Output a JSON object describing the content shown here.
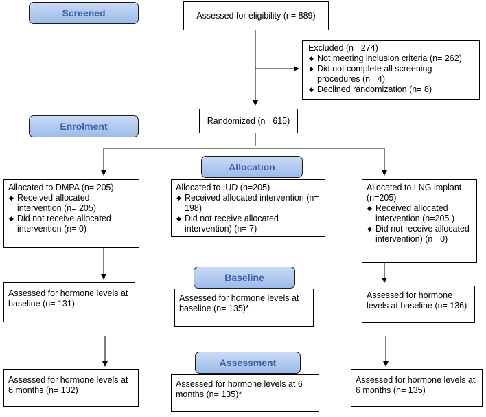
{
  "stages": {
    "screened": "Screened",
    "enrolment": "Enrolment",
    "allocation": "Allocation",
    "baseline": "Baseline",
    "assessment": "Assessment"
  },
  "eligibility": "Assessed for eligibility (n= 889)",
  "excluded": {
    "title": "Excluded  (n= 274)",
    "items": [
      "Not meeting inclusion criteria (n= 262)",
      "Did  not complete all screening procedures (n= 4)",
      "Declined randomization (n= 8)"
    ]
  },
  "randomized": "Randomized (n= 615)",
  "arms": {
    "dmpa": {
      "title": "Allocated to DMPA (n= 205)",
      "items": [
        "Received allocated intervention (n= 205)",
        "Did not receive allocated intervention (n= 0)"
      ],
      "baseline": "Assessed for hormone levels at baseline (n= 131)",
      "six_months": "Assessed for hormone levels at 6 months (n= 132)"
    },
    "iud": {
      "title": "Allocated to IUD (n=205)",
      "items": [
        "Received allocated intervention (n= 198)",
        "Did not receive allocated intervention) (n= 7)"
      ],
      "baseline": "Assessed for hormone levels at baseline (n= 135)*",
      "six_months": "Assessed for hormone levels at 6 months (n= 135)*"
    },
    "lng": {
      "title": "Allocated to LNG implant (n=205)",
      "items": [
        "Received allocated intervention (n=205 )",
        "Did not receive allocated intervention) (n= 0)"
      ],
      "baseline": "Assessed for hormone levels at baseline (n= 136)",
      "six_months": "Assessed for hormone levels at 6 months (n= 135)"
    }
  }
}
